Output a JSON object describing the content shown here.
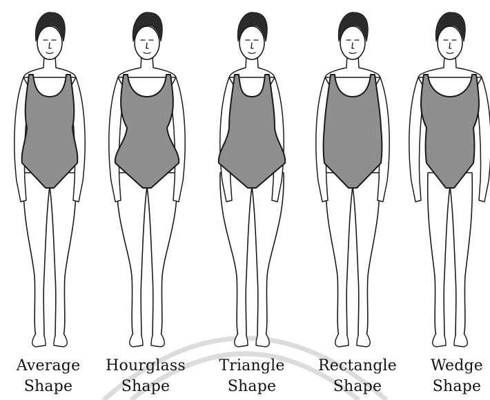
{
  "figures": [
    {
      "id": "average",
      "line1": "Average",
      "line2": "Shape"
    },
    {
      "id": "hourglass",
      "line1": "Hourglass",
      "line2": "Shape"
    },
    {
      "id": "triangle",
      "line1": "Triangle",
      "line2": "Shape"
    },
    {
      "id": "rectangle",
      "line1": "Rectangle",
      "line2": "Shape"
    },
    {
      "id": "wedge",
      "line1": "Wedge",
      "line2": "Shape"
    }
  ],
  "colors": {
    "suit": "#8f8f8f",
    "skin": "#ffffff",
    "ink": "#1a1a1a",
    "hair": "#2b2b2b",
    "watermark": "#dcdcdc"
  }
}
